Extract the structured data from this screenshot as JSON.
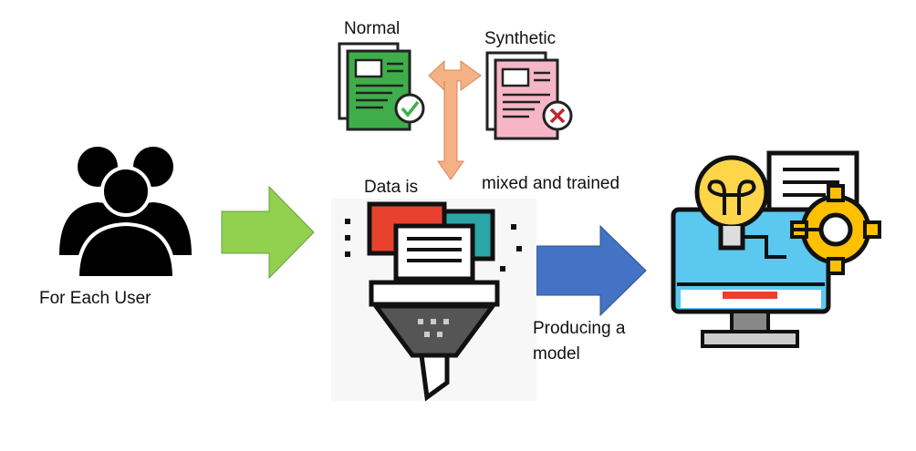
{
  "labels": {
    "normal": "Normal",
    "synthetic": "Synthetic",
    "data_is": "Data is",
    "mixed_and_trained": "mixed and trained",
    "for_each_user": "For Each User",
    "producing_line1": "Producing a",
    "producing_line2": "model"
  },
  "icons": {
    "users": "users-group-icon",
    "normal_doc": "document-check-icon",
    "synthetic_doc": "document-cross-icon",
    "funnel": "data-funnel-icon",
    "model": "monitor-lightbulb-gear-icon"
  },
  "colors": {
    "green_arrow": "#92d050",
    "blue_arrow": "#4472c4",
    "orange_arrow": "#f4b183",
    "normal_doc": "#3fae4a",
    "synthetic_doc": "#f7b6c8",
    "screen": "#5bc8f0",
    "bulb": "#ffd54a",
    "gear": "#ffc000"
  }
}
